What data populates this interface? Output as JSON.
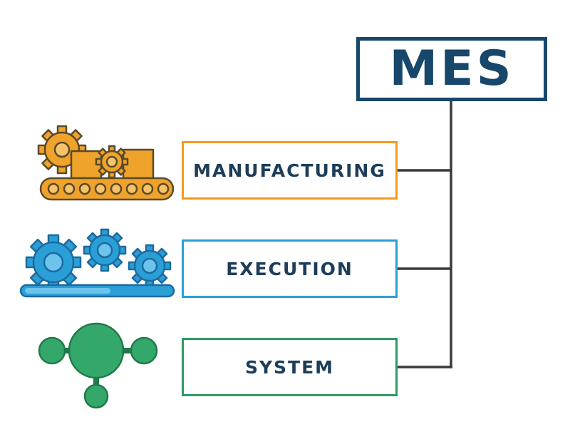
{
  "title": "MES",
  "items": [
    {
      "label": "MANUFACTURING",
      "icon": "conveyor-gear-icon",
      "color": "#f29a1f"
    },
    {
      "label": "EXECUTION",
      "icon": "gears-icon",
      "color": "#2a9fd6"
    },
    {
      "label": "SYSTEM",
      "icon": "network-nodes-icon",
      "color": "#2d9a62"
    }
  ],
  "colors": {
    "title": "#17476a",
    "connector": "#3a3a3a",
    "text": "#1d3d5a"
  }
}
